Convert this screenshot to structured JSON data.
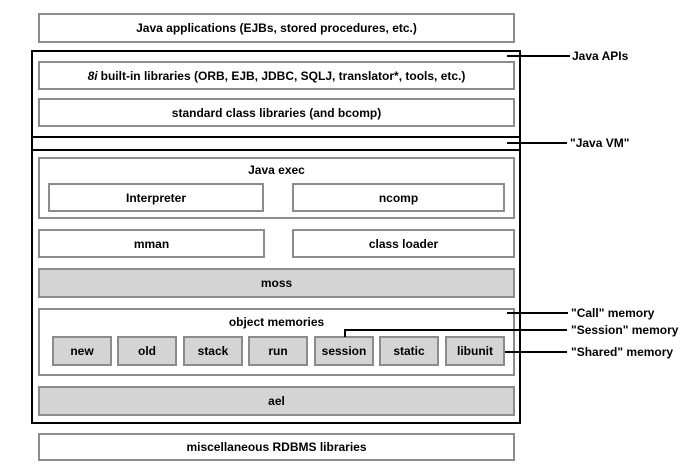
{
  "title_box": "Java applications (EJBs, stored procedures, etc.)",
  "api_section": {
    "builtin_prefix": "8i",
    "builtin_rest": "built-in libraries (ORB, EJB, JDBC, SQLJ, translator*, tools, etc.)",
    "stdlib": "standard class libraries (and bcomp)"
  },
  "vm_section": {
    "java_exec": {
      "title": "Java exec",
      "interpreter": "Interpreter",
      "ncomp": "ncomp"
    },
    "mman": "mman",
    "class_loader": "class loader",
    "moss": "moss",
    "object_memories": {
      "title": "object memories",
      "cells": [
        "new",
        "old",
        "stack",
        "run",
        "session",
        "static",
        "libunit"
      ]
    },
    "ael": "ael"
  },
  "bottom_box": "miscellaneous RDBMS libraries",
  "callouts": {
    "java_apis": "Java APIs",
    "java_vm": "\"Java VM\"",
    "call_memory": "\"Call\" memory",
    "session_memory": "\"Session\" memory",
    "shared_memory": "\"Shared\" memory"
  },
  "colors": {
    "border_gray": "#8c8c8c",
    "fill_gray": "#d4d4d4",
    "line_black": "#000000"
  }
}
